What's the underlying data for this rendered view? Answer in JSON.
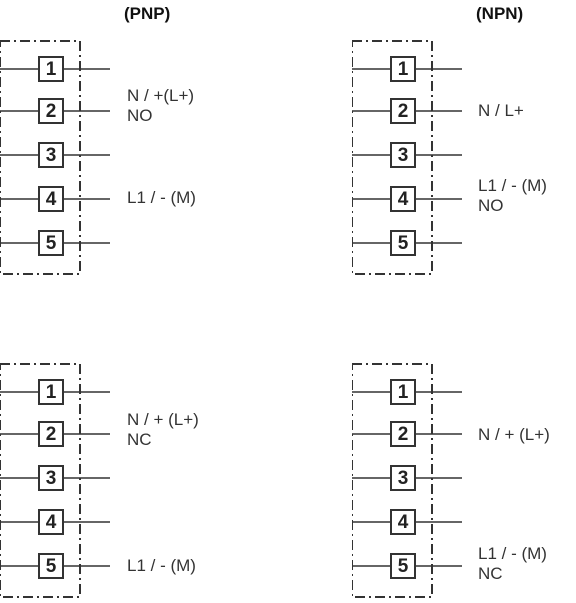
{
  "headers": {
    "left": "(PNP)",
    "right": "(NPN)"
  },
  "diagrams": [
    {
      "id": "pnp-no",
      "terminals": [
        "1",
        "2",
        "3",
        "4",
        "5"
      ],
      "labels": [
        {
          "terminal": "2",
          "lines": [
            "N / +(L+)",
            "NO"
          ]
        },
        {
          "terminal": "4",
          "lines": [
            "L1 / - (M)"
          ]
        }
      ]
    },
    {
      "id": "npn-no",
      "terminals": [
        "1",
        "2",
        "3",
        "4",
        "5"
      ],
      "labels": [
        {
          "terminal": "2",
          "lines": [
            "N / L+"
          ]
        },
        {
          "terminal": "4",
          "lines": [
            "L1 / - (M)",
            "NO"
          ]
        }
      ]
    },
    {
      "id": "pnp-nc",
      "terminals": [
        "1",
        "2",
        "3",
        "4",
        "5"
      ],
      "labels": [
        {
          "terminal": "2",
          "lines": [
            "N / + (L+)",
            "NC"
          ]
        },
        {
          "terminal": "5",
          "lines": [
            "L1 / - (M)"
          ]
        }
      ]
    },
    {
      "id": "npn-nc",
      "terminals": [
        "1",
        "2",
        "3",
        "4",
        "5"
      ],
      "labels": [
        {
          "terminal": "2",
          "lines": [
            "N / + (L+)"
          ]
        },
        {
          "terminal": "5",
          "lines": [
            "L1 / - (M)",
            "NC"
          ]
        }
      ]
    }
  ]
}
